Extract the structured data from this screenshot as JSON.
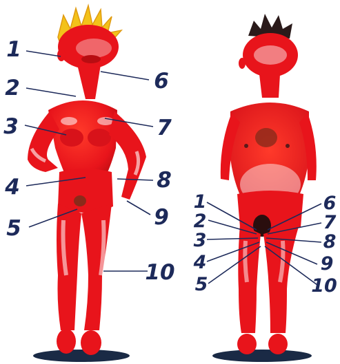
{
  "colors": {
    "skin": "#e8141b",
    "skin_dark": "#b80d12",
    "highlight": "#ffffff",
    "left_hair": "#f3c21a",
    "right_hair": "#2a1a1a",
    "ink": "#1d2a5a",
    "shadow": "#1a2a45"
  },
  "left_figure": {
    "labels": [
      "1",
      "2",
      "3",
      "4",
      "5",
      "6",
      "7",
      "8",
      "9",
      "10"
    ]
  },
  "right_figure": {
    "labels": [
      "1",
      "2",
      "3",
      "4",
      "5",
      "6",
      "7",
      "8",
      "9",
      "10"
    ]
  }
}
